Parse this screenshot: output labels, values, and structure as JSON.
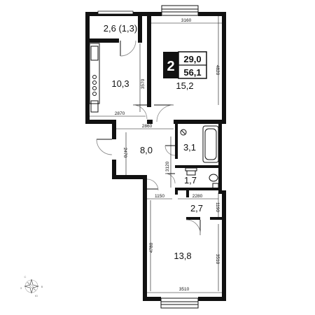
{
  "apartment": {
    "rooms_count": "2",
    "living_area": "29,0",
    "total_area": "56,1"
  },
  "rooms": {
    "balcony": "2,6 (1,3)",
    "kitchen": "10,3",
    "bedroom_top": "15,2",
    "hall": "8,0",
    "bathroom": "3,1",
    "wc": "1,7",
    "storage": "2,7",
    "bedroom_bottom": "13,8"
  },
  "dimensions": {
    "bedroom_top_width": "3160",
    "bedroom_top_depth": "4820",
    "kitchen_depth": "3570",
    "kitchen_width": "2870",
    "hall_width": "2860",
    "hall_depth": "2470",
    "bath_depth": "3120",
    "storage_width": "2280",
    "hall_lower_width": "1150",
    "storage_depth": "1190",
    "bedroom_bottom_depth": "4780",
    "bedroom_bottom_inner": "3510",
    "bedroom_bottom_width": "3510"
  },
  "compass": {
    "labels": [
      "С",
      "В",
      "Ю",
      "З"
    ]
  }
}
